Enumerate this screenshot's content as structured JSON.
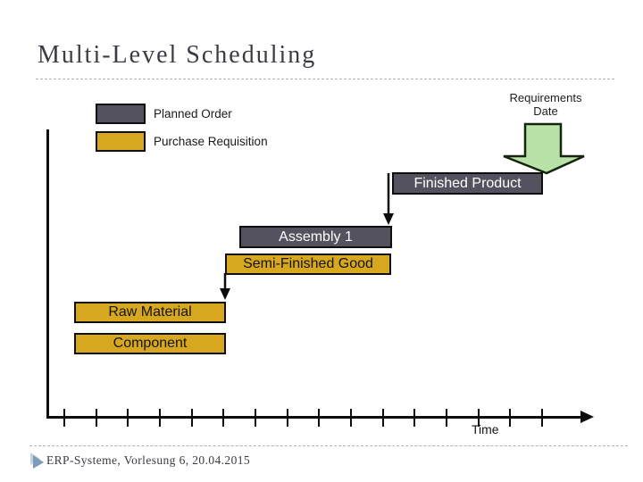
{
  "title": "Multi-Level Scheduling",
  "legend": {
    "items": [
      {
        "label": "Planned Order",
        "color": "#53525e"
      },
      {
        "label": "Purchase Requisition",
        "color": "#d7a71f"
      }
    ]
  },
  "annotation": {
    "line1": "Requirements",
    "line2": "Date",
    "arrow_color": "#b8e2a8"
  },
  "diagram": {
    "bars": [
      {
        "label": "Finished Product",
        "kind": "planned-order"
      },
      {
        "label": "Assembly 1",
        "kind": "planned-order"
      },
      {
        "label": "Semi-Finished Good",
        "kind": "purchase-requisition"
      },
      {
        "label": "Raw Material",
        "kind": "purchase-requisition"
      },
      {
        "label": "Component",
        "kind": "purchase-requisition"
      }
    ],
    "axis": {
      "label": "Time",
      "tick_count": 16
    }
  },
  "footer": {
    "text": "ERP-Systeme, Vorlesung 6, 20.04.2015"
  },
  "colors": {
    "planned_order_fill": "#53525e",
    "purchase_requisition_fill": "#d7a71f",
    "requirements_arrow_fill": "#b8e2a8",
    "axis_color": "#0d0d0d",
    "title_color": "#3b3b45",
    "footer_bullet_color": "#7b9cba"
  }
}
